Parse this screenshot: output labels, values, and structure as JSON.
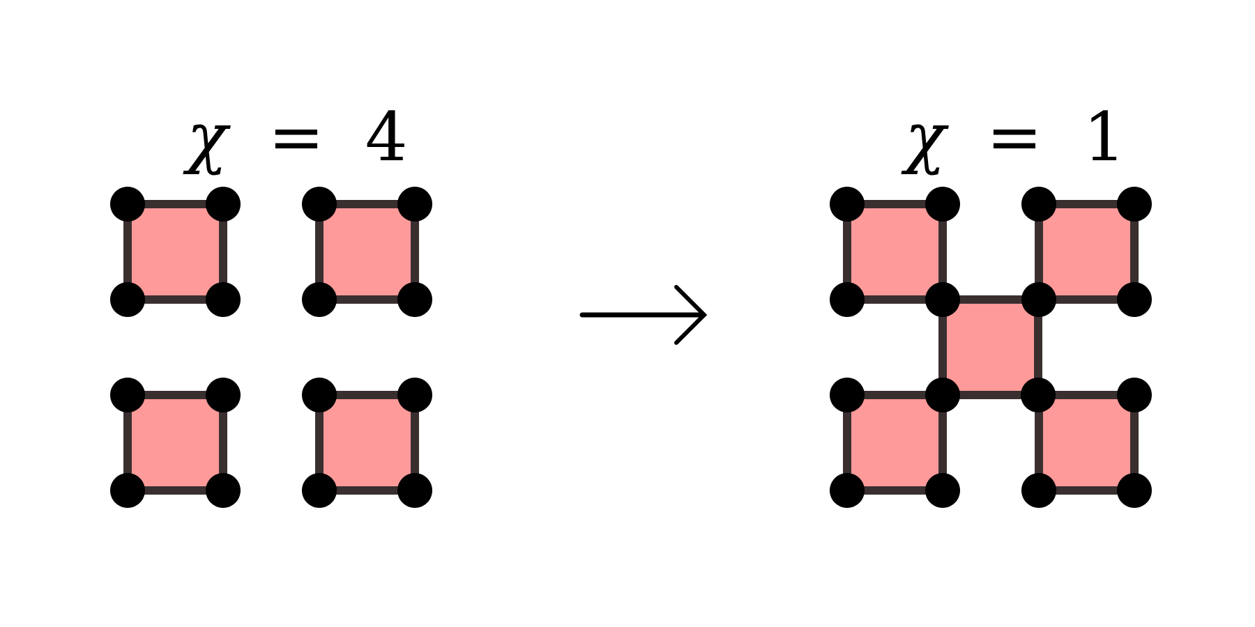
{
  "left_panel": {
    "chi_symbol": "χ",
    "equals": "=",
    "value": "4"
  },
  "right_panel": {
    "chi_symbol": "χ",
    "equals": "=",
    "value": "1"
  },
  "transition": {
    "arrow_icon": "right-arrow-icon"
  },
  "colors": {
    "face_fill": "#ff9a9a",
    "edge_stroke": "#3a2f2f",
    "vertex_fill": "#000000",
    "arrow_stroke": "#000000"
  }
}
